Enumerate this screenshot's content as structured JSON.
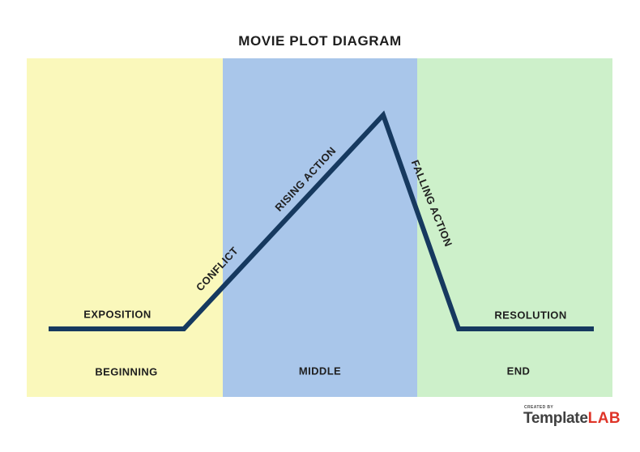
{
  "title": "MOVIE PLOT DIAGRAM",
  "diagram": {
    "acts": [
      {
        "label": "BEGINNING",
        "color": "#FAF8BB"
      },
      {
        "label": "MIDDLE",
        "color": "#A9C6EA"
      },
      {
        "label": "END",
        "color": "#CDF0CA"
      }
    ],
    "stages": {
      "exposition": "EXPOSITION",
      "conflict": "CONFLICT",
      "rising_action": "RISING ACTION",
      "falling_action": "FALLING ACTION",
      "resolution": "RESOLUTION"
    },
    "line_color": "#16395F",
    "plot_line_points": "60,406 227,406 473,142 566,406 733,406"
  },
  "footer": {
    "credit": "CREATED BY",
    "brand_primary": "Template",
    "brand_primary_color": "#3F3F3F",
    "brand_secondary": "LAB",
    "brand_secondary_color": "#DF3428"
  }
}
